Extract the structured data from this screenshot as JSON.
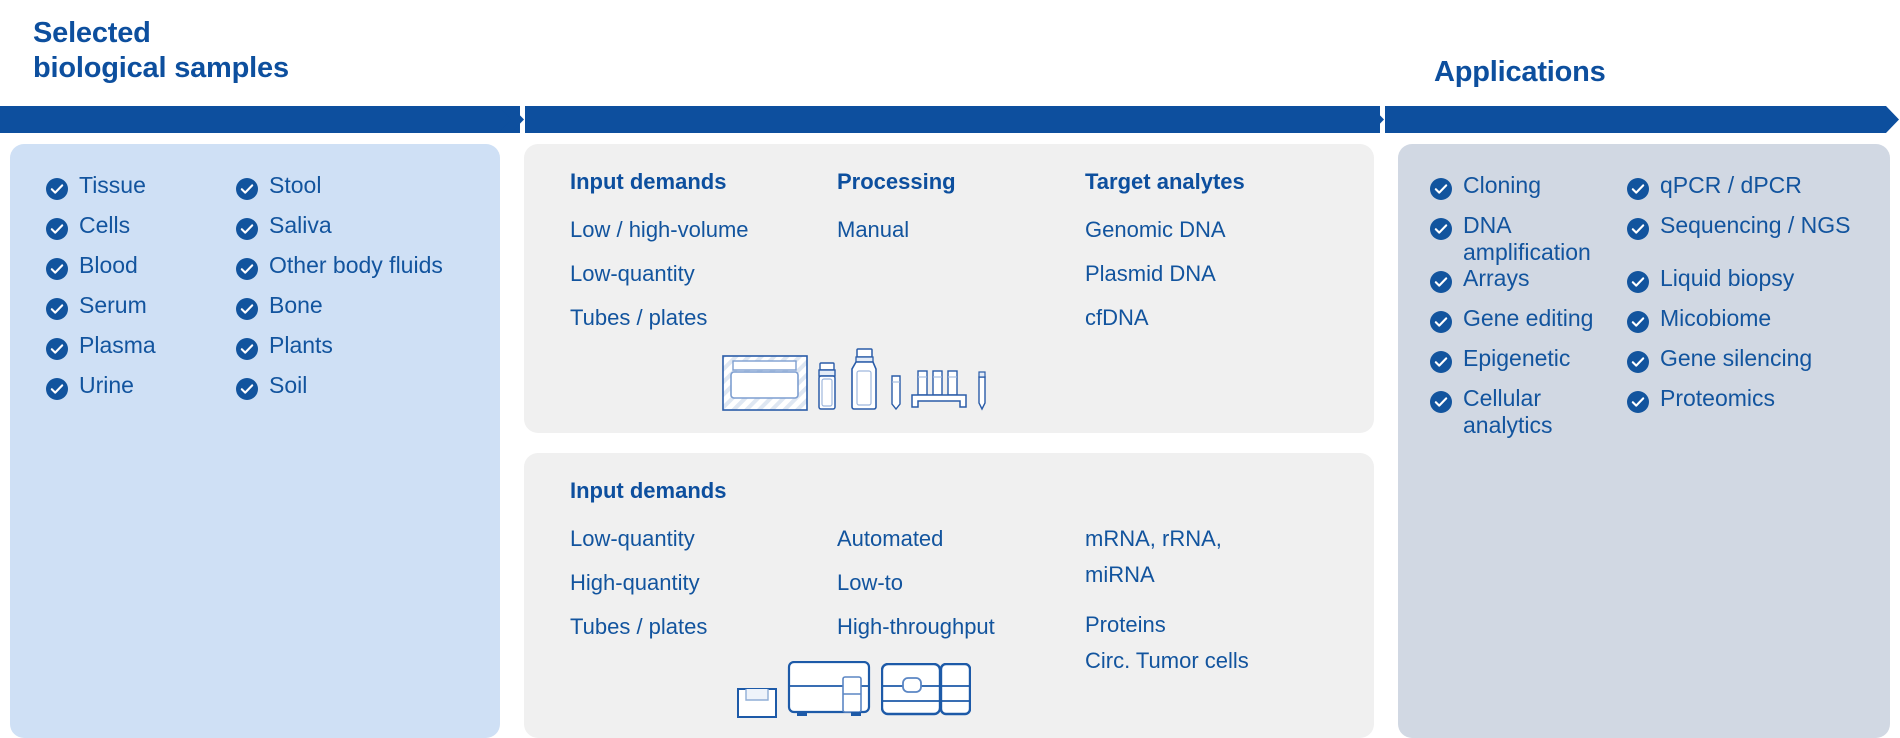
{
  "headings": {
    "left_line1": "Selected",
    "left_line2": "biological samples",
    "right": "Applications"
  },
  "colors": {
    "brand_blue": "#0d4f9e",
    "text_blue": "#12549e",
    "samples_panel_bg": "#cfe0f5",
    "mid_panel_bg": "#f0f0f0",
    "apps_panel_bg": "#d1d8e3"
  },
  "samples": {
    "icon": "check-circle-icon",
    "column_left": [
      "Tissue",
      "Cells",
      "Blood",
      "Serum",
      "Plasma",
      "Urine"
    ],
    "column_right": [
      "Stool",
      "Saliva",
      "Other body fluids",
      "Bone",
      "Plants",
      "Soil"
    ]
  },
  "workflow_top": {
    "columns": [
      {
        "title": "Input demands",
        "lines": [
          "Low / high-volume",
          "Low-quantity",
          "Tubes / plates"
        ]
      },
      {
        "title": "Processing",
        "lines": [
          "Manual"
        ]
      },
      {
        "title": "Target analytes",
        "lines": [
          "Genomic DNA",
          "Plasmid DNA",
          "cfDNA"
        ]
      }
    ],
    "icons": [
      "plate-tray-icon",
      "small-vial-icon",
      "large-vial-icon",
      "single-tube-icon",
      "tube-rack-icon",
      "pipette-tip-icon"
    ]
  },
  "workflow_bottom": {
    "columns": [
      {
        "title": "Input demands",
        "lines": [
          "Low-quantity",
          "High-quantity",
          "Tubes / plates"
        ]
      },
      {
        "title": "",
        "lines": [
          "Automated",
          "Low-to",
          "High-throughput"
        ]
      },
      {
        "title": "",
        "lines": [
          "mRNA, rRNA,",
          "miRNA",
          "Proteins",
          "Circ. Tumor cells"
        ]
      }
    ],
    "icons": [
      "small-bench-box-icon",
      "benchtop-instrument-icon",
      "large-instrument-icon"
    ]
  },
  "applications": {
    "icon": "check-circle-icon",
    "column_left": [
      "Cloning",
      "DNA amplification",
      "Arrays",
      "Gene editing",
      "Epigenetic",
      "Cellular analytics"
    ],
    "column_right": [
      "qPCR / dPCR",
      "Sequencing / NGS",
      "Liquid biopsy",
      "Micobiome",
      "Gene silencing",
      "Proteomics"
    ]
  }
}
